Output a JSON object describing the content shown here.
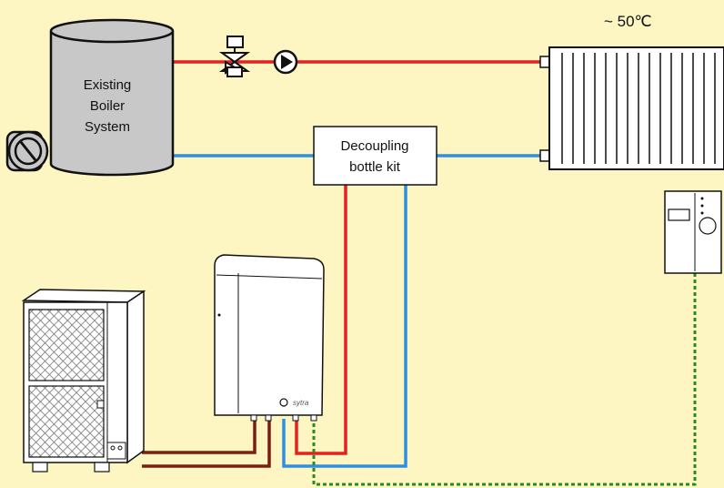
{
  "temperature_label": "~ 50℃",
  "boiler": {
    "line1": "Existing",
    "line2": "Boiler",
    "line3": "System"
  },
  "decoupling": {
    "line1": "Decoupling",
    "line2": "bottle kit"
  },
  "indoor_unit_brand": "sytra",
  "colors": {
    "background": "#FDF5C2",
    "flow_hot": "#E52020",
    "return_cold": "#2E8FE0",
    "refrigerant": "#7A1F12",
    "control_wire": "#2A8A1E",
    "boiler_fill": "#C8C8C8"
  },
  "icons": [
    "pump-icon",
    "mixing-valve-icon",
    "burner-icon",
    "fan-icon"
  ]
}
